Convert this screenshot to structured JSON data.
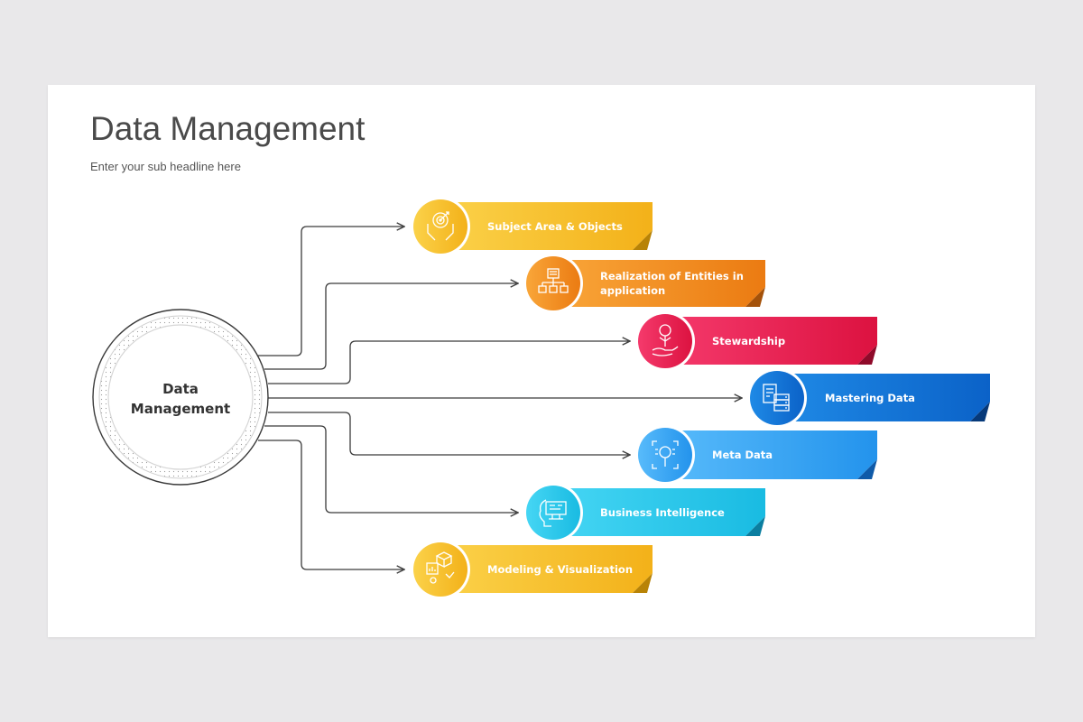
{
  "slide": {
    "title": "Data Management",
    "subtitle": "Enter your sub headline here"
  },
  "center": {
    "line1": "Data",
    "line2": "Management"
  },
  "items": [
    {
      "label": "Subject Area & Objects",
      "icon": "target-hands-icon",
      "color_light": "#f9cf3f",
      "color_dark": "#f3ad12"
    },
    {
      "label": "Realization of Entities in application",
      "icon": "org-chart-icon",
      "color_light": "#f8a735",
      "color_dark": "#e8750d"
    },
    {
      "label": "Stewardship",
      "icon": "hand-plant-icon",
      "color_light": "#f3356a",
      "color_dark": "#d60f3e"
    },
    {
      "label": "Mastering Data",
      "icon": "server-document-icon",
      "color_light": "#1b86e3",
      "color_dark": "#0a5fc4"
    },
    {
      "label": "Meta Data",
      "icon": "magnifier-scan-icon",
      "color_light": "#52b6fb",
      "color_dark": "#1e8be8"
    },
    {
      "label": "Business Intelligence",
      "icon": "brain-chip-icon",
      "color_light": "#3fd3f3",
      "color_dark": "#14b6df"
    },
    {
      "label": "Modeling & Visualization",
      "icon": "cube-chart-icon",
      "color_light": "#f9cf3f",
      "color_dark": "#f3ad12"
    }
  ]
}
